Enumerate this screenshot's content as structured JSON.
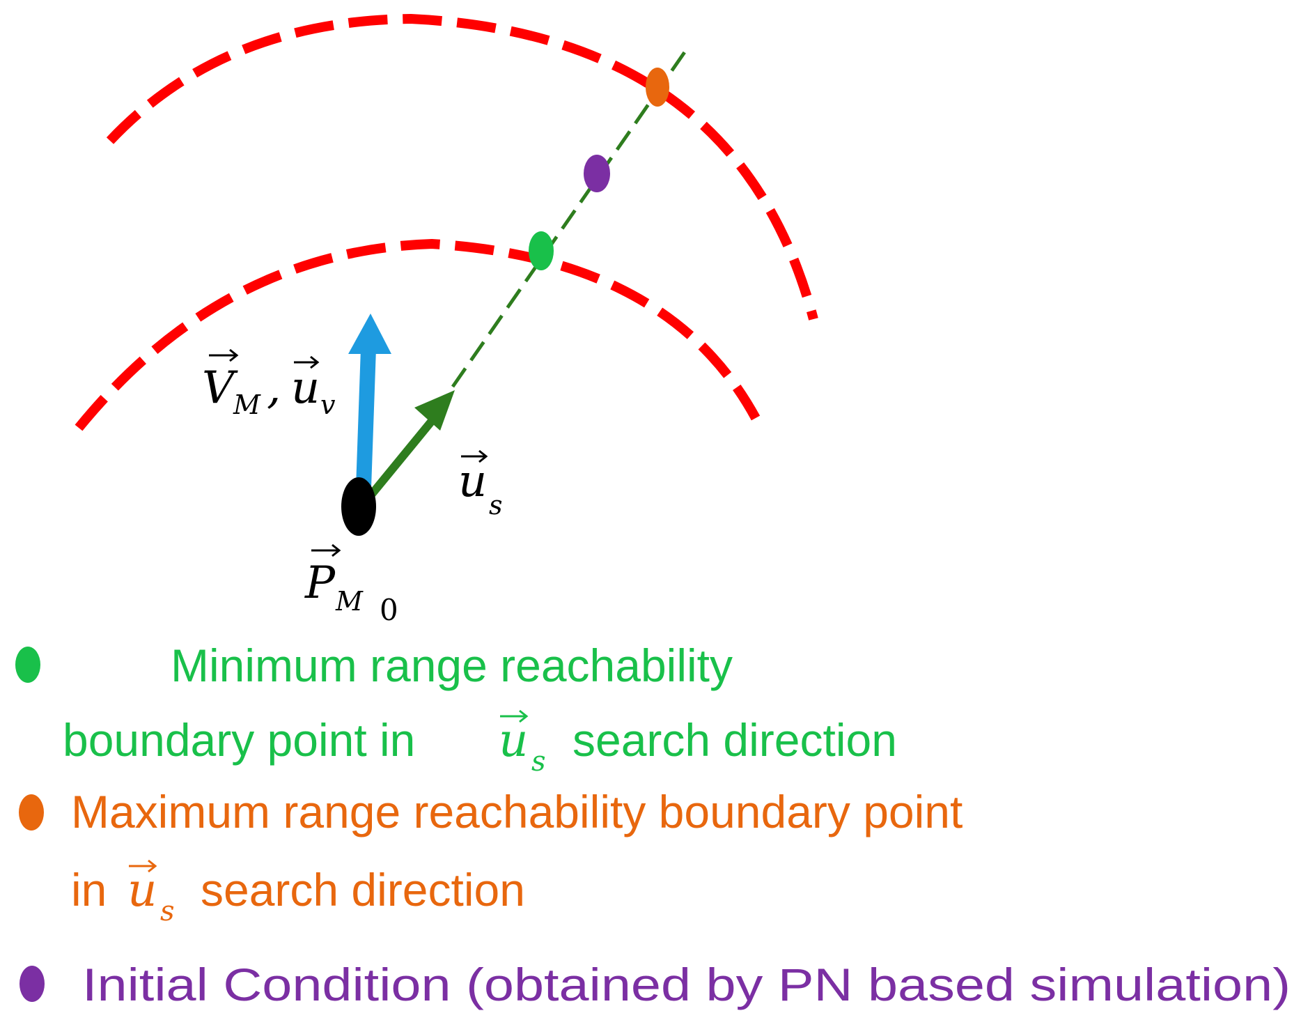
{
  "diagram": {
    "labels": {
      "velocity": {
        "main": "V",
        "sub": "M",
        "sep": ",",
        "second": "u",
        "second_sub": "v"
      },
      "search_dir": {
        "main": "u",
        "sub": "s"
      },
      "position": {
        "main": "P",
        "sub": "M",
        "sub2": "0"
      }
    },
    "colors": {
      "boundary": "#ff0000",
      "search_line": "#2e7d1e",
      "velocity_arrow": "#1e9be0",
      "position_point": "#000000",
      "min_point": "#19c04a",
      "max_point": "#e8670e",
      "initial_point": "#7b2fa3"
    }
  },
  "legend": {
    "min": {
      "line1": "Minimum range reachability",
      "line2_pre": "boundary point in",
      "vec": "u",
      "vec_sub": "s",
      "line2_post": "search direction",
      "color": "#19c04a"
    },
    "max": {
      "line1": "Maximum range reachability boundary point",
      "line2_pre": "in",
      "vec": "u",
      "vec_sub": "s",
      "line2_post": "search direction",
      "color": "#e8670e"
    },
    "initial": {
      "line1": "Initial Condition (obtained by PN based simulation)",
      "color": "#7b2fa3"
    }
  }
}
